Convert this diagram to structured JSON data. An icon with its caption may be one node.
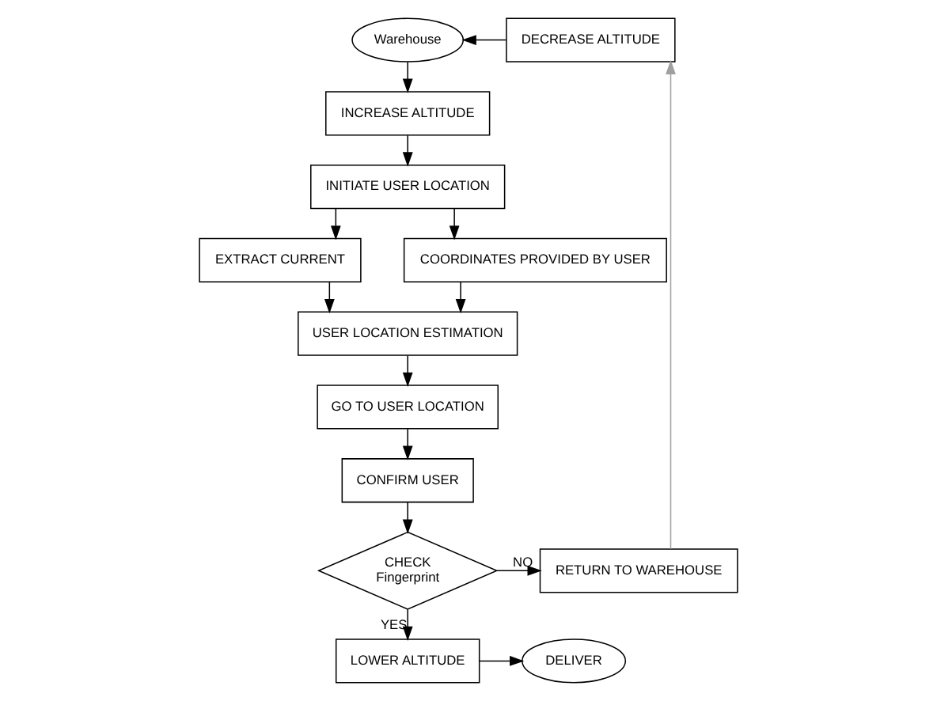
{
  "diagram": {
    "nodes": [
      {
        "text": [
          "Warehouse"
        ]
      },
      {
        "text": [
          "INCREASE ALTITUDE"
        ]
      },
      {
        "text": [
          "INITIATE USER LOCATION"
        ]
      },
      {
        "text": [
          "EXTRACT CURRENT"
        ]
      },
      {
        "text": [
          "COORDINATES PROVIDED BY USER"
        ]
      },
      {
        "text": [
          "USER LOCATION ESTIMATION"
        ]
      },
      {
        "text": [
          "GO TO USER LOCATION"
        ]
      },
      {
        "text": [
          "CONFIRM USER"
        ]
      },
      {
        "text": [
          "CHECK",
          "Fingerprint"
        ]
      },
      {
        "text": [
          "RETURN TO WAREHOUSE"
        ]
      },
      {
        "text": [
          "DECREASE ALTITUDE"
        ]
      },
      {
        "text": [
          "LOWER ALTITUDE"
        ]
      },
      {
        "text": [
          "DELIVER"
        ]
      }
    ],
    "edges": [
      {
        "from": 0,
        "to": 1,
        "arrow": "to"
      },
      {
        "from": 1,
        "to": 2,
        "arrow": "to"
      },
      {
        "from": 2,
        "to": 3,
        "arrow": "to"
      },
      {
        "from": 2,
        "to": 4,
        "arrow": "to"
      },
      {
        "from": 3,
        "to": 5,
        "arrow": "to"
      },
      {
        "from": 4,
        "to": 5,
        "arrow": "to"
      },
      {
        "from": 5,
        "to": 6,
        "arrow": "to"
      },
      {
        "from": 6,
        "to": 7,
        "arrow": "to"
      },
      {
        "from": 7,
        "to": 8,
        "arrow": "to"
      },
      {
        "from": 8,
        "to": 9,
        "arrow": "to",
        "label": "NO"
      },
      {
        "from": 9,
        "to": 10,
        "arrow": "to",
        "color": "#a0a0a0"
      },
      {
        "from": 10,
        "to": 0,
        "arrow": "to"
      },
      {
        "from": 8,
        "to": 11,
        "arrow": "to",
        "label": "YES"
      },
      {
        "from": 11,
        "to": 12,
        "arrow": "to"
      }
    ]
  }
}
